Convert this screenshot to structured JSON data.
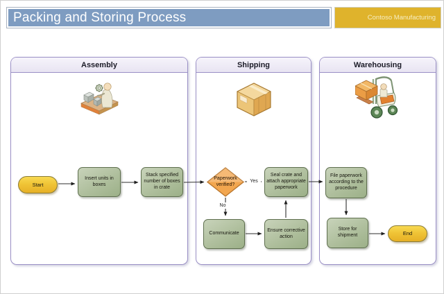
{
  "header": {
    "title": "Packing and Storing Process",
    "badge": "Contoso Manufacturing"
  },
  "lanes": [
    {
      "label": "Assembly",
      "icon": "assembly-worker-icon"
    },
    {
      "label": "Shipping",
      "icon": "package-box-icon"
    },
    {
      "label": "Warehousing",
      "icon": "forklift-icon"
    }
  ],
  "flow": {
    "nodes": [
      {
        "id": "start",
        "type": "terminator",
        "lane": "Assembly",
        "label": "Start"
      },
      {
        "id": "insert-units",
        "type": "process",
        "lane": "Assembly",
        "label": "Insert units in boxes"
      },
      {
        "id": "stack-boxes",
        "type": "process",
        "lane": "Assembly",
        "label": "Stack specified number of boxes in crate"
      },
      {
        "id": "paperwork-verified",
        "type": "decision",
        "lane": "Shipping",
        "label": "Paperwork verified?"
      },
      {
        "id": "seal-crate",
        "type": "process",
        "lane": "Shipping",
        "label": "Seal crate and attach appropriate paperwork"
      },
      {
        "id": "communicate",
        "type": "process",
        "lane": "Shipping",
        "label": "Communicate"
      },
      {
        "id": "ensure-corrective",
        "type": "process",
        "lane": "Shipping",
        "label": "Ensure corrective action"
      },
      {
        "id": "file-paperwork",
        "type": "process",
        "lane": "Warehousing",
        "label": "File paperwork according to the procedure"
      },
      {
        "id": "store-shipment",
        "type": "process",
        "lane": "Warehousing",
        "label": "Store for shipment"
      },
      {
        "id": "end",
        "type": "terminator",
        "lane": "Warehousing",
        "label": "End"
      }
    ],
    "labels": {
      "yes": "Yes",
      "no": "No"
    },
    "edges": [
      "start -> insert-units",
      "insert-units -> stack-boxes",
      "stack-boxes -> paperwork-verified",
      "paperwork-verified -> seal-crate (Yes)",
      "paperwork-verified -> communicate (No)",
      "communicate -> ensure-corrective",
      "ensure-corrective -> seal-crate",
      "seal-crate -> file-paperwork",
      "file-paperwork -> store-shipment",
      "store-shipment -> end"
    ]
  },
  "colors": {
    "header_blue": "#7E9CC1",
    "header_gold": "#DFB32C",
    "lane_border": "#9A8FC5",
    "lane_header_fill": "#E8E4F2",
    "process_fill": "#AFBF9D",
    "process_border": "#5E6F4E",
    "terminal_fill": "#F0C436",
    "terminal_border": "#8A7A35",
    "decision_fill": "#F2A64F",
    "decision_border": "#B9772E",
    "arrow": "#2E2E2E"
  }
}
